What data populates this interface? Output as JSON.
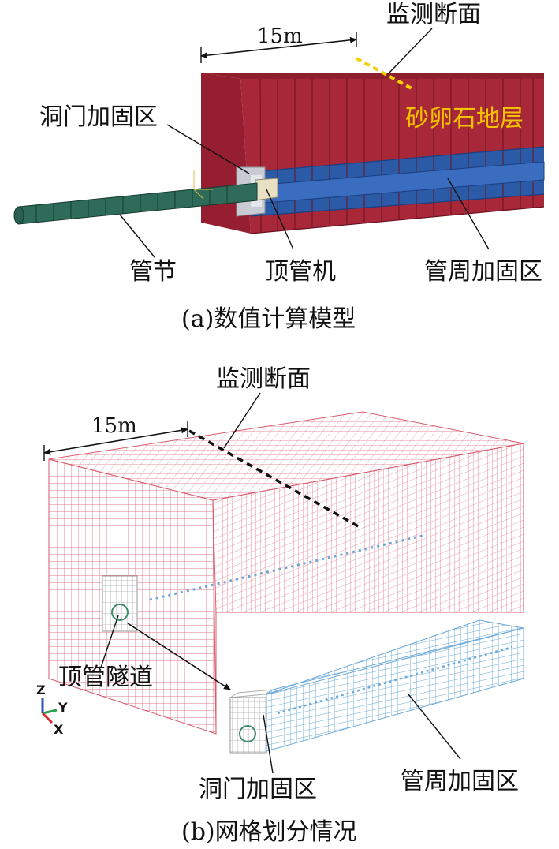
{
  "panel_a": {
    "caption": "(a)数值计算模型",
    "dimension": "15m",
    "labels": {
      "monitor_section": "监测断面",
      "gravel_layer": "砂卵石地层",
      "portal_reinforce": "洞门加固区",
      "pipe_segment": "管节",
      "jacking_machine": "顶管机",
      "pipe_reinforce": "管周加固区"
    }
  },
  "panel_b": {
    "caption": "(b)网格划分情况",
    "dimension": "15m",
    "labels": {
      "monitor_section": "监测断面",
      "tunnel": "顶管隧道",
      "portal_reinforce": "洞门加固区",
      "pipe_reinforce": "管周加固区"
    },
    "axes": {
      "z": "Z",
      "y": "Y",
      "x": "X"
    }
  },
  "colors": {
    "soil": "#a8283a",
    "reinforce_band": "#2b5aa6",
    "pipe": "#2e6b58",
    "portal": "#c8ccd2",
    "mesh_soil": "#e07a8a",
    "mesh_pipe": "#6aa8d8",
    "monitor_line_a": "#f5d000"
  }
}
